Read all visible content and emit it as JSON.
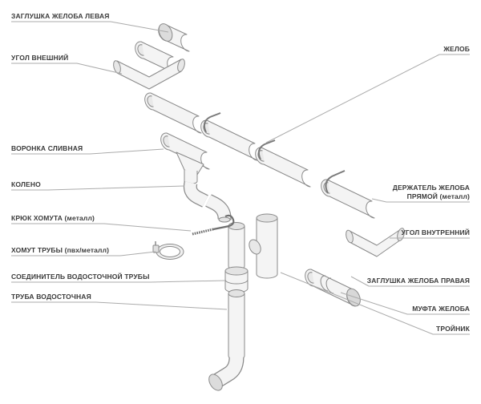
{
  "labels": {
    "left": [
      {
        "text": "ЗАГЛУШКА ЖЕЛОБА ЛЕВАЯ"
      },
      {
        "text": "УГОЛ ВНЕШНИЙ"
      },
      {
        "text": "ВОРОНКА СЛИВНАЯ"
      },
      {
        "text": "КОЛЕНО"
      },
      {
        "text": "КРЮК ХОМУТА (металл)"
      },
      {
        "text": "ХОМУТ ТРУБЫ (пвх/металл)"
      },
      {
        "text": "СОЕДИНИТЕЛЬ ВОДОСТОЧНОЙ ТРУБЫ"
      },
      {
        "text": "ТРУБА ВОДОСТОЧНАЯ"
      }
    ],
    "right": [
      {
        "text": "ЖЕЛОБ"
      },
      {
        "text": "ДЕРЖАТЕЛЬ ЖЕЛОБА ПРЯМОЙ (металл)"
      },
      {
        "text": "УГОЛ ВНУТРЕННИЙ"
      },
      {
        "text": "ЗАГЛУШКА ЖЕЛОБА ПРАВАЯ"
      },
      {
        "text": "МУФТА ЖЕЛОБА"
      },
      {
        "text": "ТРОЙНИК"
      }
    ]
  },
  "colors": {
    "background": "#ffffff",
    "label_text": "#3a3a3a",
    "leader_line": "#ababab",
    "part_fill": "#f4f4f4",
    "part_stroke": "#8a8a8a"
  }
}
